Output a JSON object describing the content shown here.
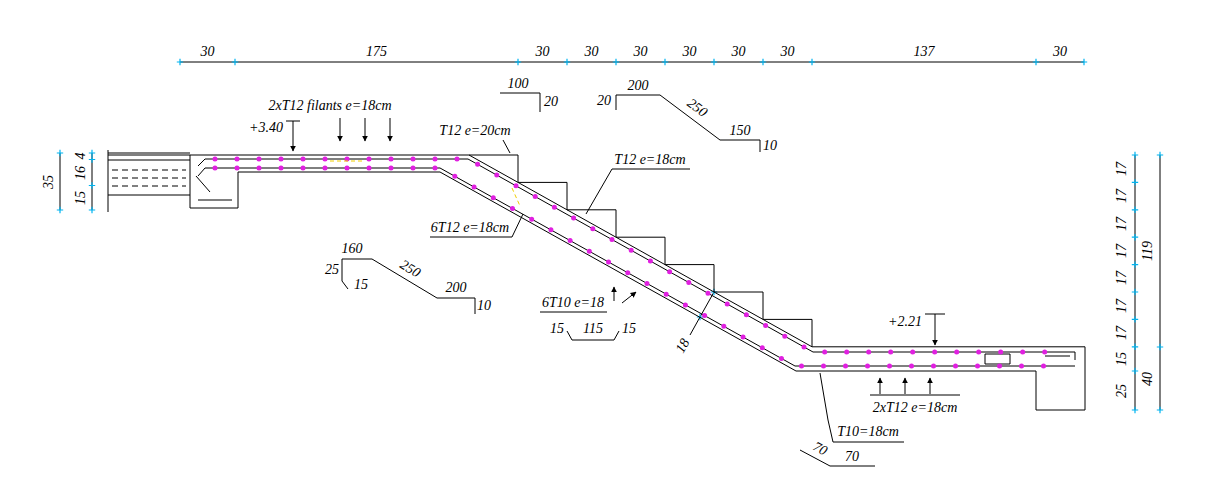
{
  "diagram": {
    "labels": [
      "30",
      "175",
      "30",
      "30",
      "30",
      "30",
      "30",
      "30",
      "137",
      "30",
      "100",
      "20",
      "20",
      "200",
      "250",
      "150",
      "10",
      "2xT12 filants e=18cm",
      "+3.40",
      "T12 e=20cm",
      "T12 e=18cm",
      "6T12 e=18cm",
      "35",
      "15",
      "16",
      "4",
      "160",
      "25",
      "15",
      "250",
      "200",
      "10",
      "6T10 e=18",
      "15",
      "115",
      "15",
      "18",
      "17",
      "17",
      "17",
      "17",
      "17",
      "17",
      "17",
      "119",
      "15",
      "40",
      "25",
      "+2.21",
      "2xT12 e=18cm",
      "T10=18cm",
      "70",
      "70"
    ]
  }
}
